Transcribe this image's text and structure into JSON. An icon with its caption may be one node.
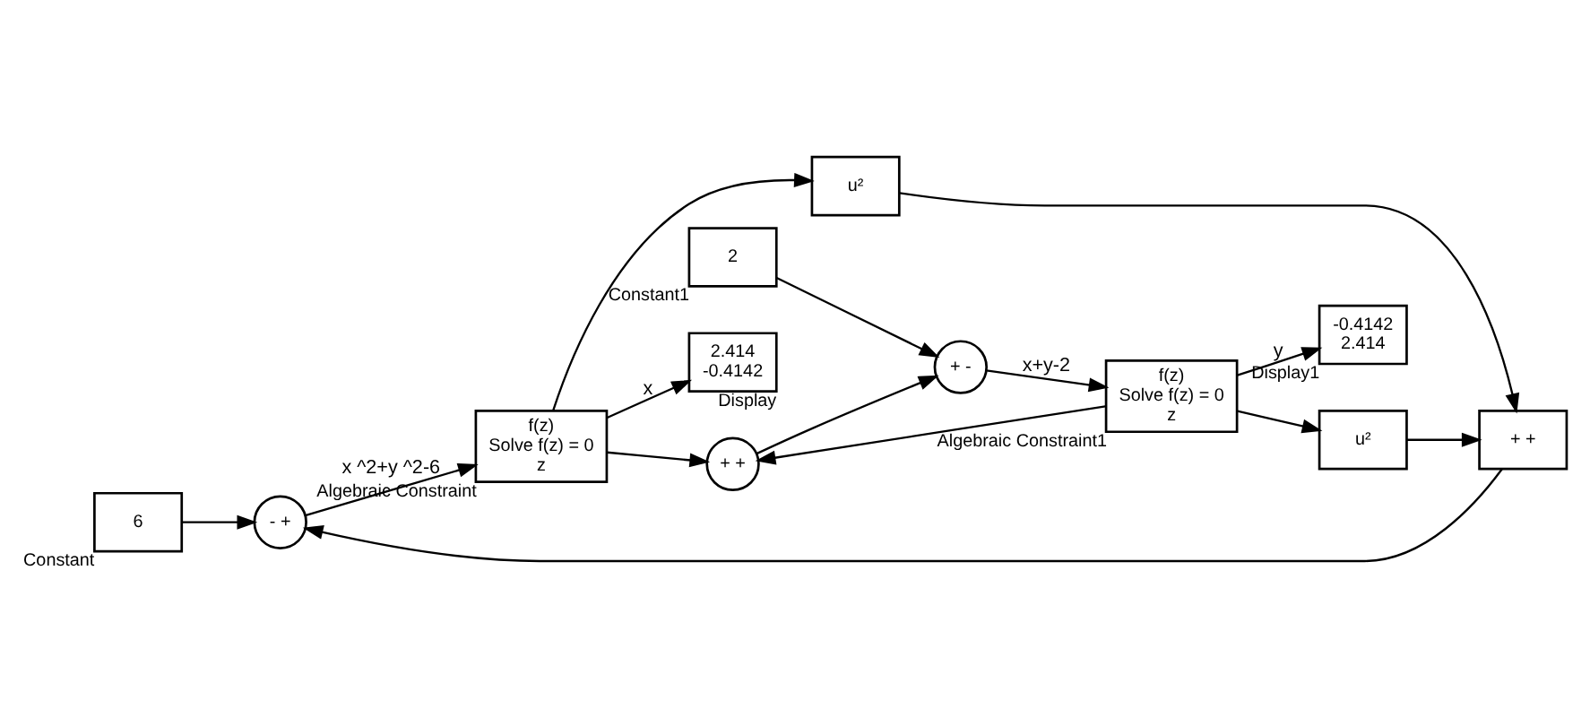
{
  "diagram": {
    "nodes": [
      {
        "text": [
          "6"
        ],
        "beside": [
          "Constant"
        ]
      },
      {
        "text": [
          "- +"
        ]
      },
      {
        "text": [
          "f(z)",
          "Solve f(z) = 0",
          "z"
        ],
        "beside": [
          "Algebraic Constraint"
        ]
      },
      {
        "text": [
          "2.414",
          "-0.4142"
        ],
        "beside": [
          "Display"
        ]
      },
      {
        "text": [
          "u²"
        ]
      },
      {
        "text": [
          "u²"
        ]
      },
      {
        "text": [
          "+ +"
        ]
      },
      {
        "text": [
          "+ +"
        ]
      },
      {
        "text": [
          "2"
        ],
        "beside": [
          "Constant1"
        ]
      },
      {
        "text": [
          "+ -"
        ]
      },
      {
        "text": [
          "f(z)",
          "Solve f(z) = 0",
          "z"
        ],
        "beside": [
          "Algebraic Constraint1"
        ]
      },
      {
        "text": [
          "-0.4142",
          "2.414"
        ],
        "beside": [
          "Display1"
        ]
      }
    ],
    "edges": [
      {
        "from": 0,
        "to": 1,
        "arrow": "to"
      },
      {
        "from": 1,
        "to": 2,
        "arrow": "to",
        "label": "x ^2+y ^2-6"
      },
      {
        "from": 2,
        "to": 3,
        "arrow": "to",
        "label": "x"
      },
      {
        "from": 2,
        "to": 4,
        "arrow": "to"
      },
      {
        "from": 2,
        "to": 7,
        "arrow": "to"
      },
      {
        "from": 4,
        "to": 6,
        "arrow": "to"
      },
      {
        "from": 5,
        "to": 6,
        "arrow": "to"
      },
      {
        "from": 6,
        "to": 1,
        "arrow": "to"
      },
      {
        "from": 10,
        "to": 11,
        "arrow": "to",
        "label": "y"
      },
      {
        "from": 10,
        "to": 5,
        "arrow": "to"
      },
      {
        "from": 10,
        "to": 7,
        "arrow": "to"
      },
      {
        "from": 7,
        "to": 9,
        "arrow": "to"
      },
      {
        "from": 8,
        "to": 9,
        "arrow": "to"
      },
      {
        "from": 9,
        "to": 10,
        "arrow": "to",
        "label": "x+y-2"
      }
    ]
  }
}
